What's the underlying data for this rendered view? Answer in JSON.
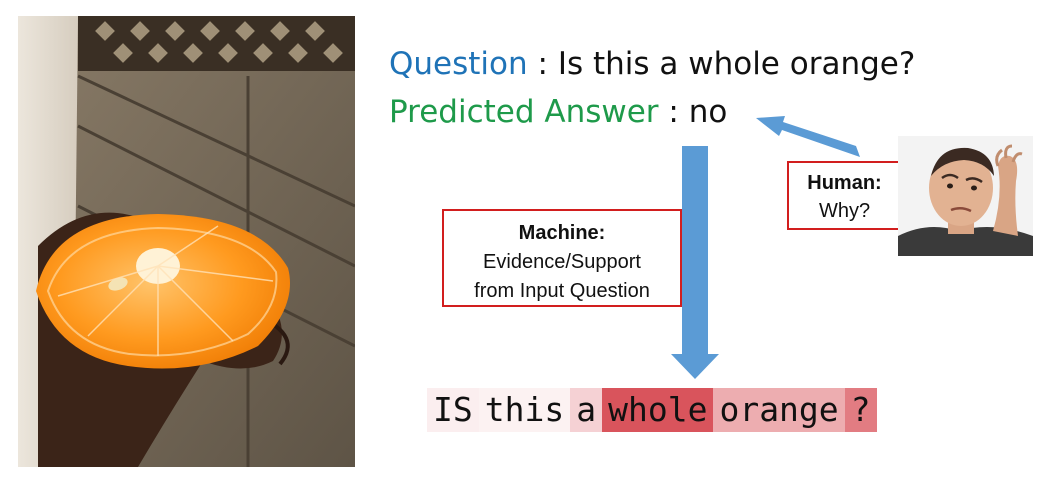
{
  "question": {
    "key": "Question",
    "sep": " : ",
    "text": "Is this a whole orange?"
  },
  "answer": {
    "key": "Predicted Answer",
    "sep": " : ",
    "text": "no"
  },
  "machine_box": {
    "title": "Machine:",
    "lines": [
      "Evidence/Support",
      "from Input Question"
    ]
  },
  "human_box": {
    "title": "Human:",
    "line": "Why?"
  },
  "tokens": [
    {
      "text": "IS",
      "weight": 0.04
    },
    {
      "text": "this",
      "weight": 0.02
    },
    {
      "text": "a",
      "weight": 0.22
    },
    {
      "text": "whole",
      "weight": 1.0
    },
    {
      "text": "orange",
      "weight": 0.45
    },
    {
      "text": "?",
      "weight": 0.75
    }
  ],
  "colors": {
    "question_key": "#1f73b7",
    "answer_key": "#1e9a4a",
    "box_border": "#d21e1e",
    "arrow": "#5b9bd5",
    "token_heat": "#d9545c"
  },
  "icons": [
    "orange-photo",
    "confused-man-photo",
    "down-arrow",
    "left-arrow"
  ]
}
